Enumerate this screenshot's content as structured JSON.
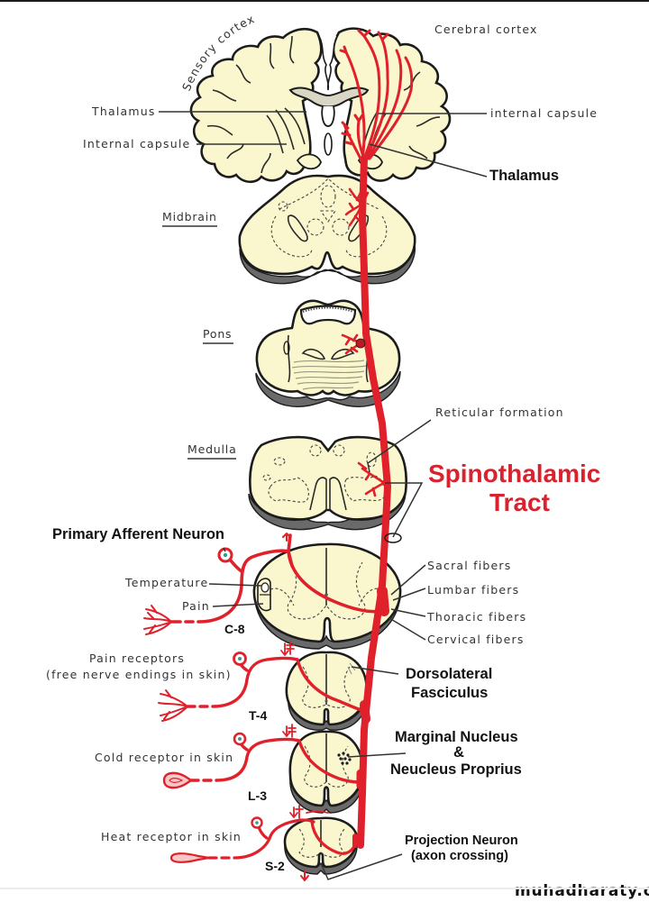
{
  "figure": {
    "title_line1": "Spinothalamic",
    "title_line2": "Tract",
    "watermark": "muhadharaty.com",
    "colors": {
      "tissue": "#faf7cf",
      "tract_red": "#e0202a",
      "title_red": "#d8232e",
      "outline": "#1c1c1c",
      "label_text": "#333333"
    }
  },
  "brain_labels": {
    "sensory_cortex": "Sensory cortex",
    "cerebral_cortex": "Cerebral cortex",
    "thalamus_left": "Thalamus",
    "internal_capsule_left": "Internal capsule",
    "internal_capsule_right": "internal capsule",
    "thalamus_right": "Thalamus"
  },
  "brainstem_labels": {
    "midbrain": "Midbrain",
    "pons": "Pons",
    "medulla": "Medulla",
    "reticular_formation": "Reticular formation"
  },
  "spinal_labels": {
    "primary_afferent_neuron": "Primary Afferent Neuron",
    "temperature": "Temperature",
    "pain": "Pain",
    "sacral_fibers": "Sacral fibers",
    "lumbar_fibers": "Lumbar fibers",
    "thoracic_fibers": "Thoracic fibers",
    "cervical_fibers": "Cervical fibers",
    "dorsolateral_line1": "Dorsolateral",
    "dorsolateral_line2": "Fasciculus",
    "pain_receptors_line1": "Pain receptors",
    "pain_receptors_line2": "(free nerve endings in skin)",
    "cold_receptor": "Cold receptor in skin",
    "marginal_line1": "Marginal Nucleus",
    "marginal_line2": "&",
    "marginal_line3": "Neucleus Proprius",
    "heat_receptor": "Heat receptor in skin",
    "projection_line1": "Projection Neuron",
    "projection_line2": "(axon crossing)"
  },
  "segments": {
    "c8": "C-8",
    "t4": "T-4",
    "l3": "L-3",
    "s2": "S-2"
  }
}
